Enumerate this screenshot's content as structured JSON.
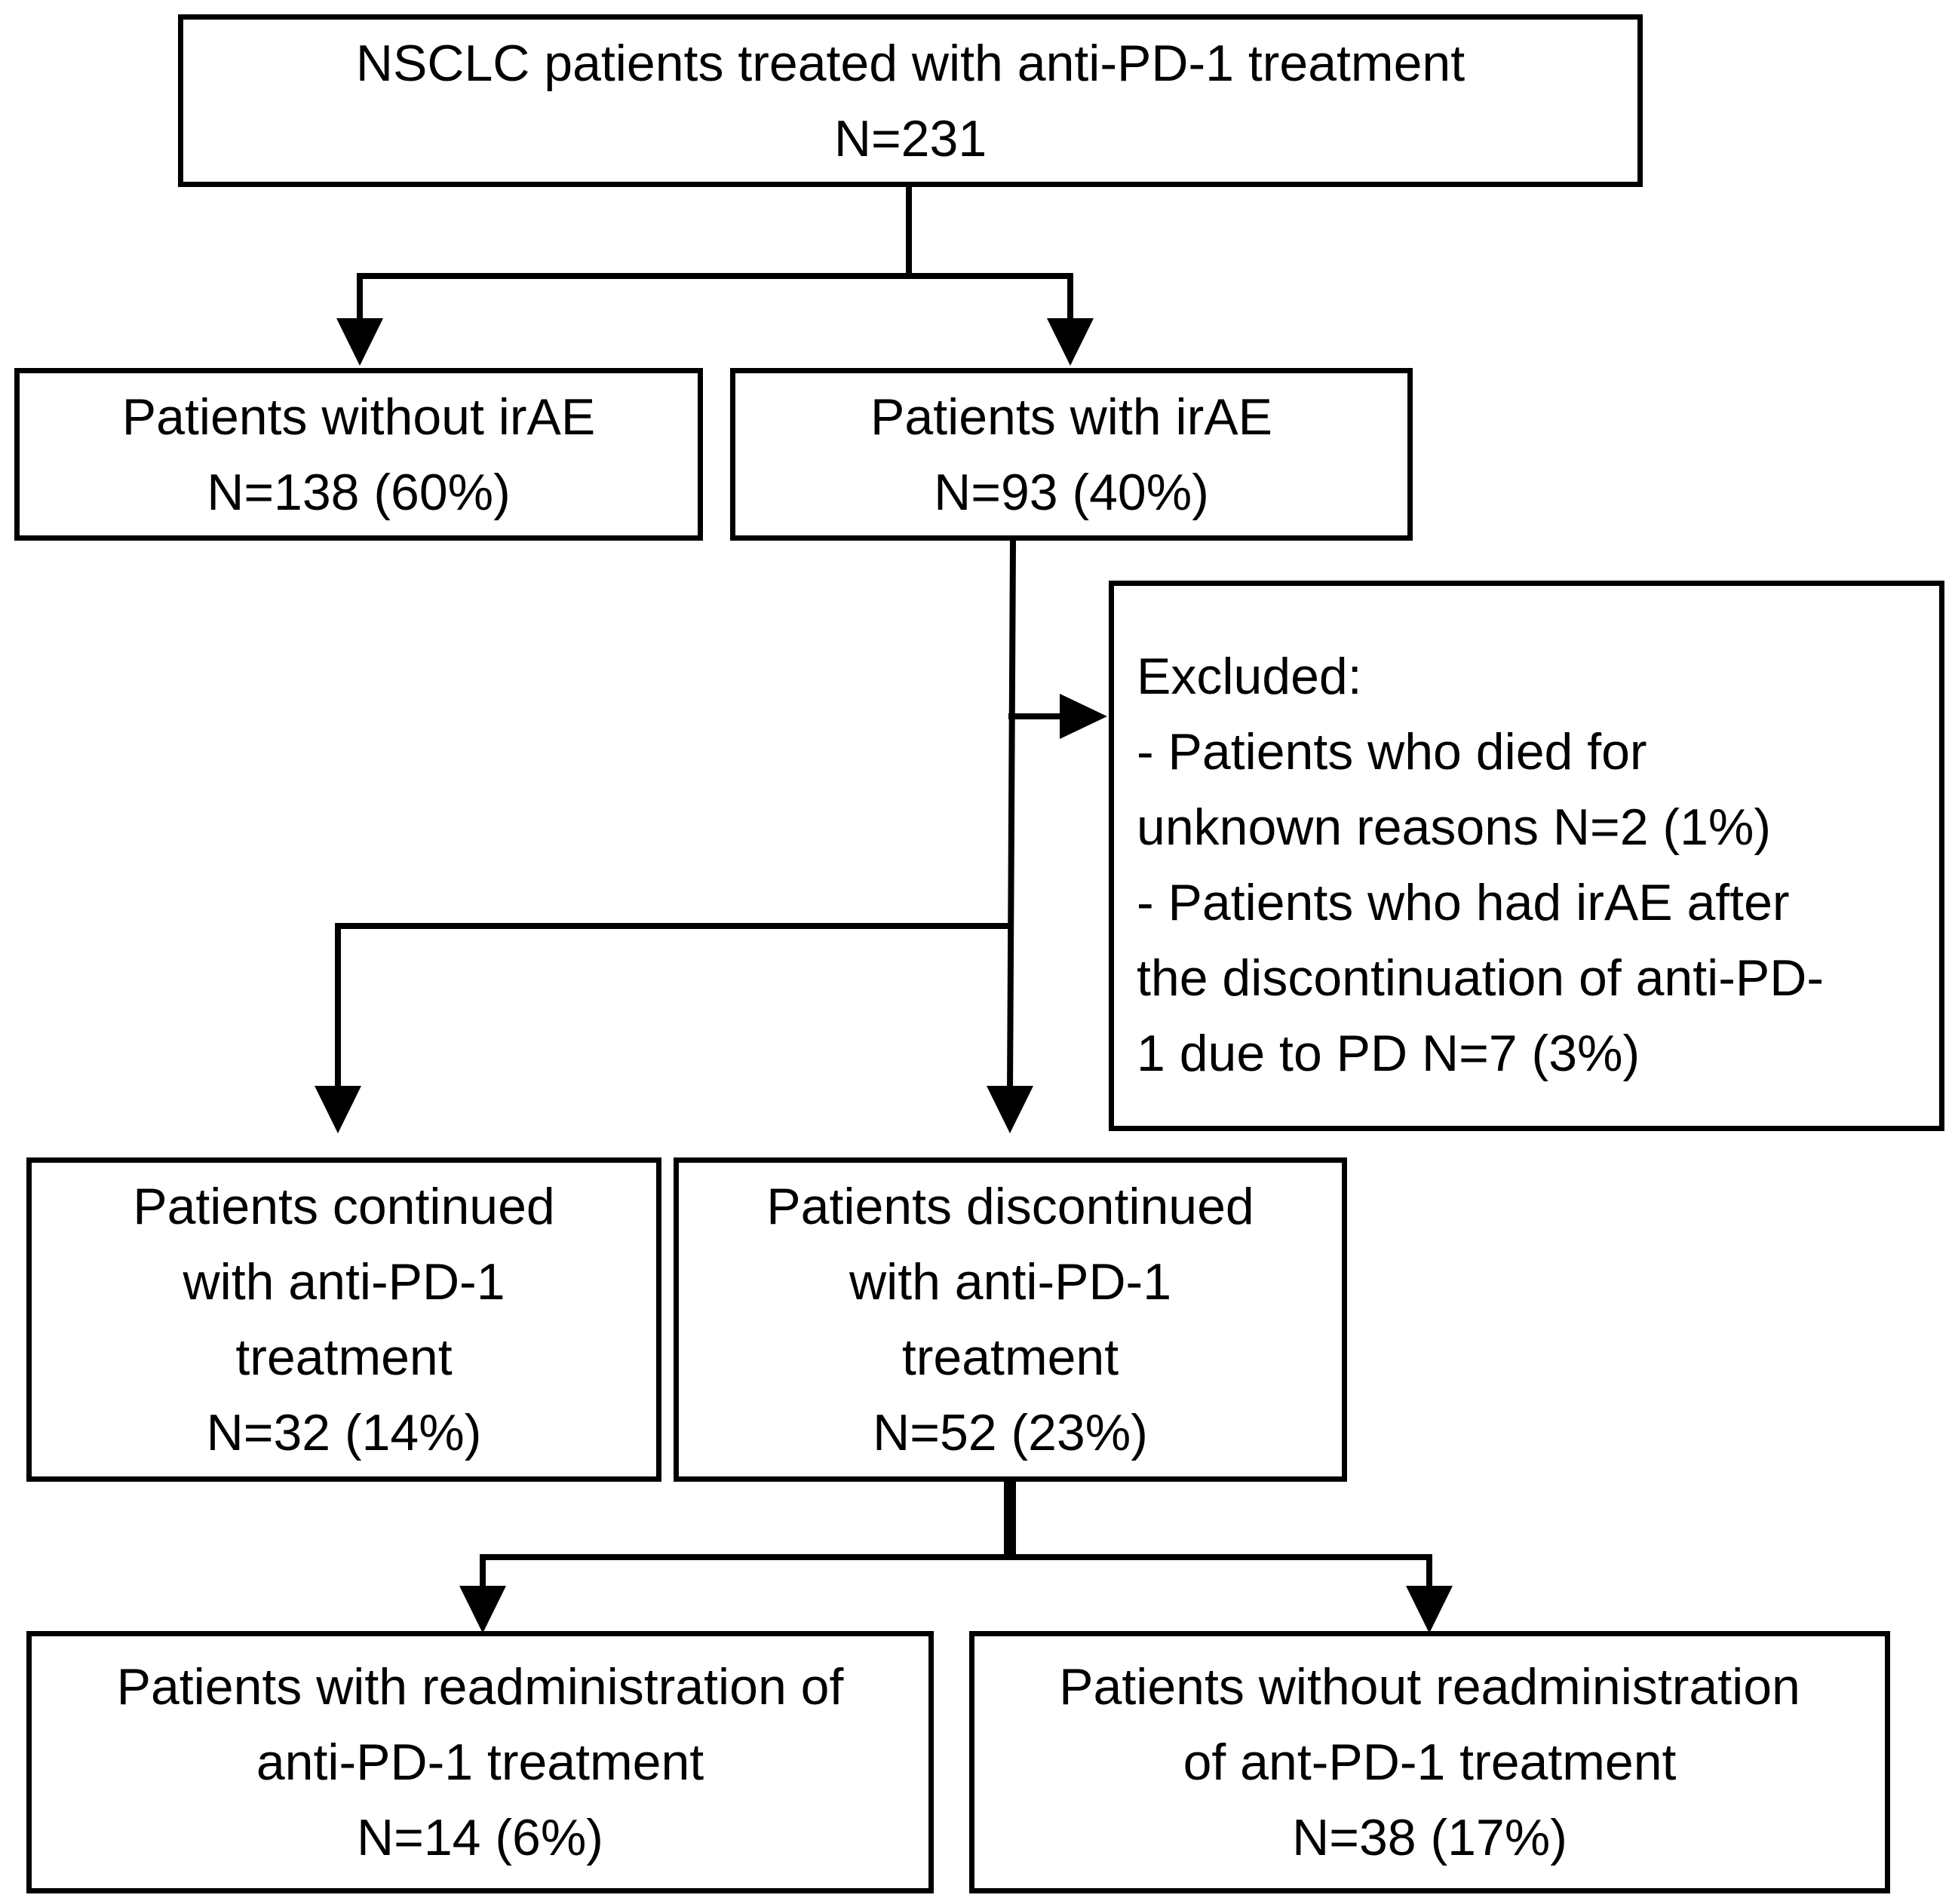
{
  "boxes": {
    "total": {
      "lines": [
        "NSCLC patients treated with anti-PD-1 treatment",
        "N=231"
      ]
    },
    "without_irae": {
      "lines": [
        "Patients without irAE",
        "N=138 (60%)"
      ]
    },
    "with_irae": {
      "lines": [
        "Patients with irAE",
        "N=93 (40%)"
      ]
    },
    "excluded": {
      "lines": [
        "Excluded:",
        "- Patients who died for",
        "unknown reasons N=2 (1%)",
        "- Patients who had irAE after",
        "the discontinuation of anti-PD-",
        "1 due to PD N=7 (3%)"
      ]
    },
    "continued": {
      "lines": [
        "Patients continued",
        "with anti-PD-1",
        "treatment",
        "N=32 (14%)"
      ]
    },
    "discontinued": {
      "lines": [
        "Patients discontinued",
        "with anti-PD-1",
        "treatment",
        "N=52 (23%)"
      ]
    },
    "readmin": {
      "lines": [
        "Patients with readministration of",
        "anti-PD-1 treatment",
        "N=14 (6%)"
      ]
    },
    "no_readmin": {
      "lines": [
        "Patients without readministration",
        "of ant-PD-1 treatment",
        "N=38 (17%)"
      ]
    }
  },
  "colors": {
    "line": "#000000",
    "box_fill": "#ffffff"
  }
}
